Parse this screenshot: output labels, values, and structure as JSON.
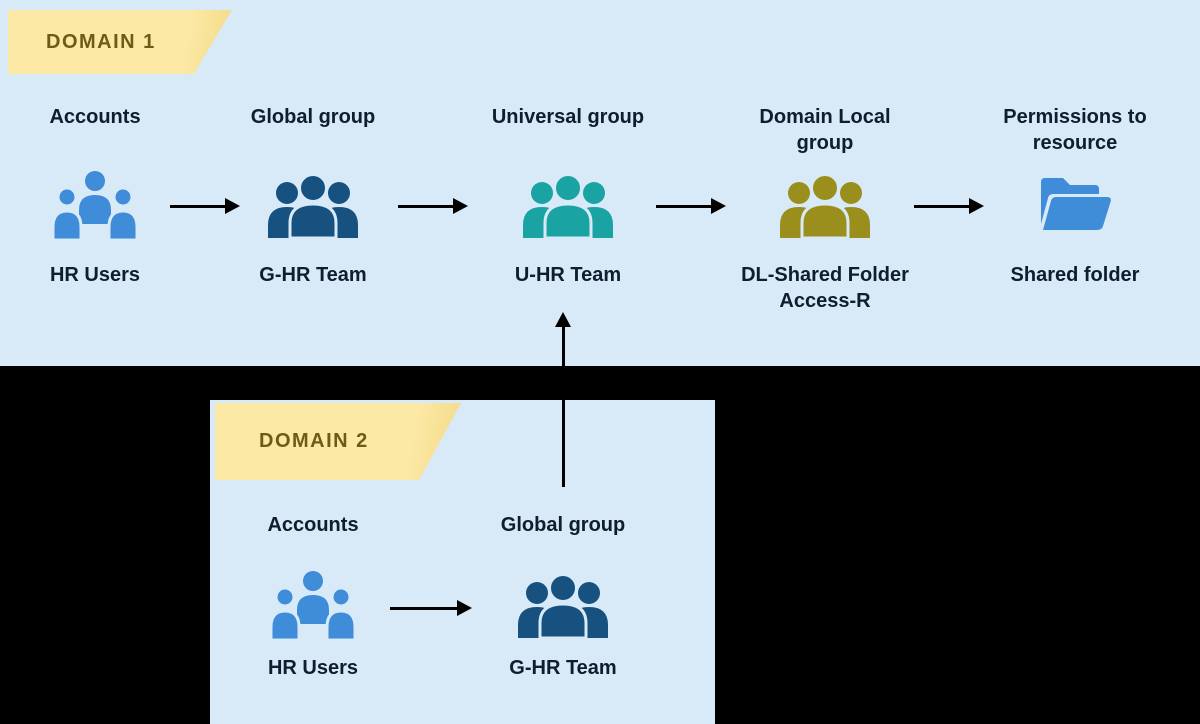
{
  "palette": {
    "background": "#000000",
    "panel": "#d8e9f8",
    "banner": "#fce9a6",
    "banner_text": "#6d5c17",
    "label_text": "#101c30",
    "arrow": "#000000",
    "users_blue": "#3f8cd9",
    "users_navy": "#17517f",
    "users_teal": "#19a3a3",
    "users_olive": "#9a8f1c",
    "folder_blue": "#3f8cd9"
  },
  "domain1": {
    "banner": "DOMAIN 1",
    "nodes": [
      {
        "role": "Accounts",
        "name": "HR Users"
      },
      {
        "role": "Global group",
        "name": "G-HR Team"
      },
      {
        "role": "Universal group",
        "name": "U-HR Team"
      },
      {
        "role": "Domain Local\ngroup",
        "name": "DL-Shared Folder\nAccess-R"
      },
      {
        "role": "Permissions to\nresource",
        "name": "Shared folder"
      }
    ]
  },
  "domain2": {
    "banner": "DOMAIN 2",
    "nodes": [
      {
        "role": "Accounts",
        "name": "HR Users"
      },
      {
        "role": "Global group",
        "name": "G-HR Team"
      }
    ]
  }
}
